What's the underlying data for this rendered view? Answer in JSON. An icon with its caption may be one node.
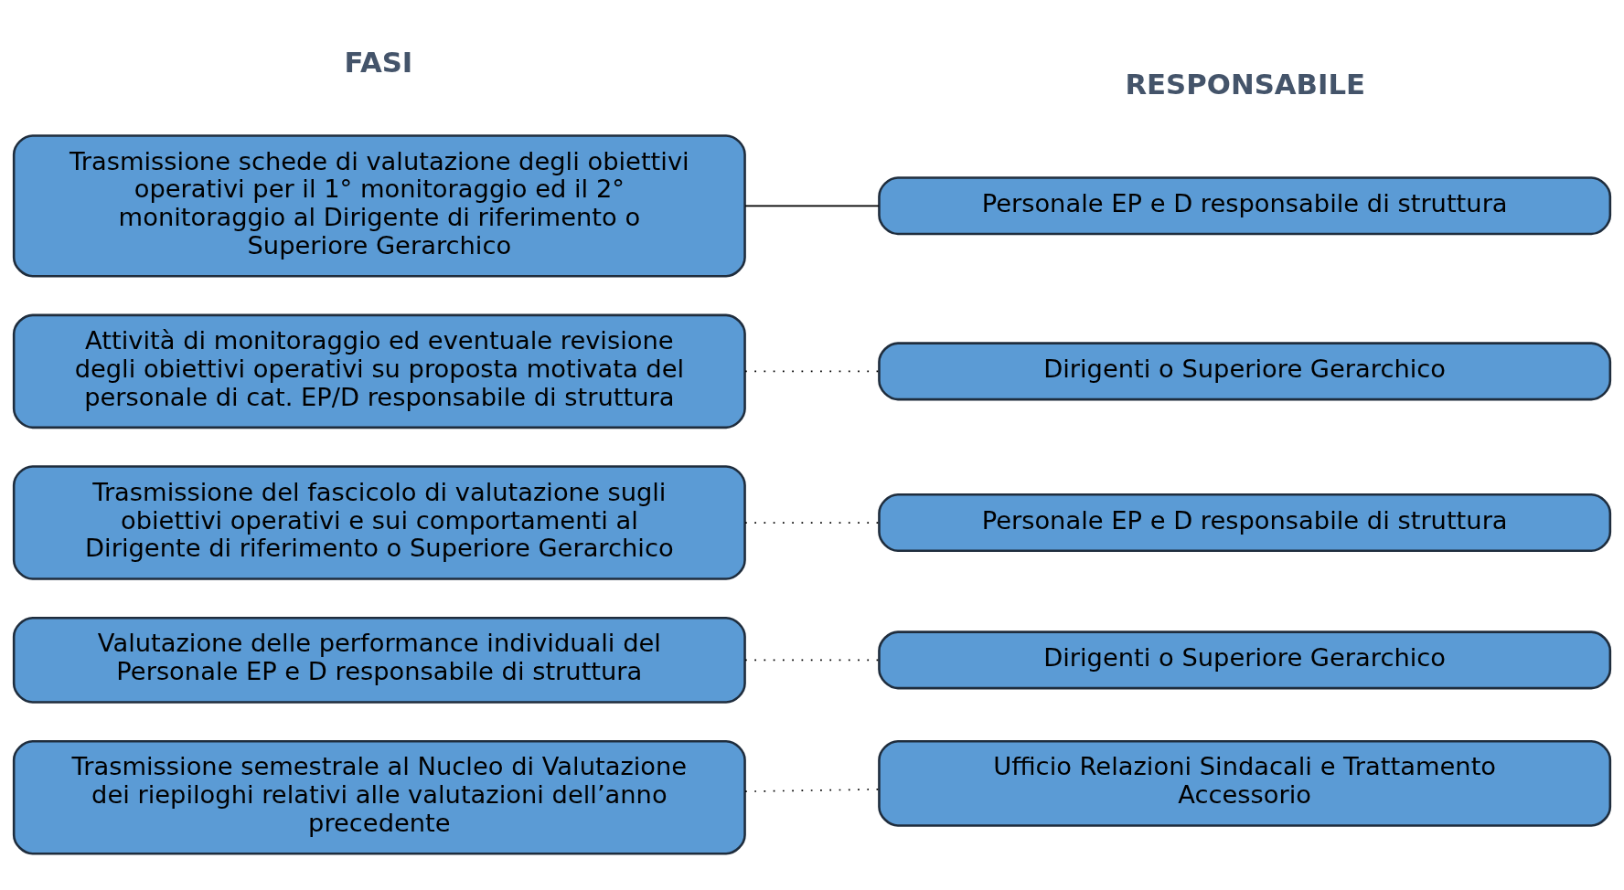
{
  "diagram": {
    "nodes": [
      {
        "text": [
          "Trasmissione schede di valutazione degli obiettivi operativi per il 1° monitoraggio ed il 2° monitoraggio al Dirigente di riferimento o Superiore Gerarchico"
        ]
      },
      {
        "text": [
          "Personale EP e D responsabile di struttura"
        ]
      },
      {
        "text": [
          "Attività di monitoraggio ed eventuale revisione degli obiettivi operativi su proposta motivata del personale di cat. EP/D responsabile di struttura"
        ]
      },
      {
        "text": [
          "Dirigenti o Superiore Gerarchico"
        ]
      },
      {
        "text": [
          "Trasmissione del fascicolo di valutazione sugli obiettivi operativi e sui comportamenti al Dirigente di riferimento o Superiore Gerarchico"
        ]
      },
      {
        "text": [
          "Personale EP e D responsabile di struttura"
        ]
      },
      {
        "text": [
          "Valutazione delle performance individuali del Personale EP e D responsabile di struttura"
        ]
      },
      {
        "text": [
          "Dirigenti o Superiore Gerarchico"
        ]
      },
      {
        "text": [
          "Trasmissione semestrale al Nucleo di Valutazione dei riepiloghi relativi alle valutazioni dell’anno precedente"
        ]
      },
      {
        "text": [
          "Ufficio Relazioni Sindacali e Trattamento Accessorio"
        ]
      }
    ],
    "edges": [
      {
        "from": 0,
        "to": 1,
        "arrow": "none"
      },
      {
        "from": 2,
        "to": 3,
        "arrow": "none",
        "style": "dashed"
      },
      {
        "from": 4,
        "to": 5,
        "arrow": "none",
        "style": "dashed"
      },
      {
        "from": 6,
        "to": 7,
        "arrow": "none",
        "style": "dashed"
      },
      {
        "from": 8,
        "to": 9,
        "arrow": "none",
        "style": "dashed"
      }
    ],
    "labels": [
      "FASI",
      "RESPONSABILE"
    ]
  }
}
